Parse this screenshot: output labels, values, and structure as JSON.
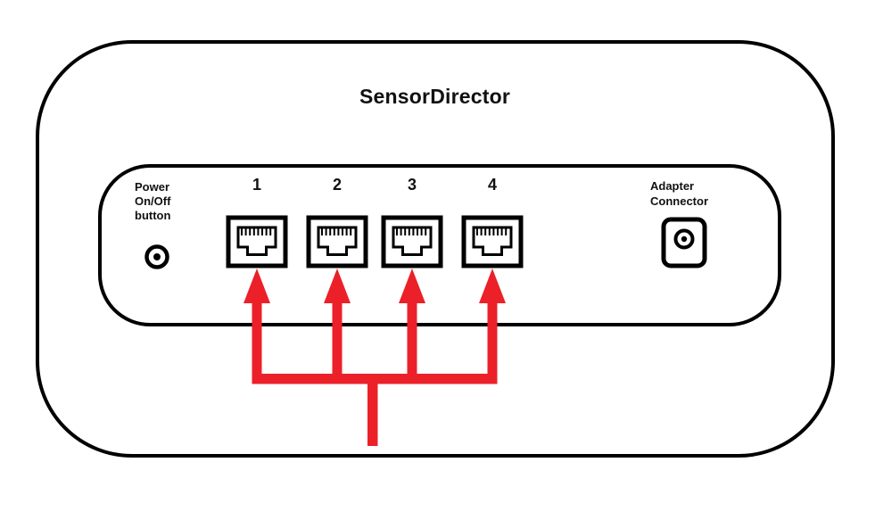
{
  "title": "SensorDirector",
  "panel": {
    "power_label": [
      "Power",
      "On/Off",
      "button"
    ],
    "adapter_label": [
      "Adapter",
      "Connector"
    ],
    "ports": [
      {
        "label": "1"
      },
      {
        "label": "2"
      },
      {
        "label": "3"
      },
      {
        "label": "4"
      }
    ]
  },
  "icons": {
    "power_button": "power-button-icon",
    "rj45_port": "rj45-port-icon",
    "adapter_connector": "adapter-connector-icon",
    "arrows": "cable-split-arrows"
  },
  "colors": {
    "outline": "#000000",
    "arrow_red": "#ec2028",
    "background": "#ffffff"
  }
}
